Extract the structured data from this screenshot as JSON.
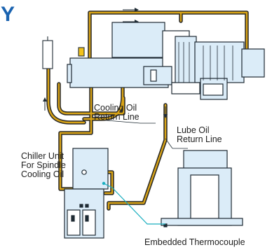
{
  "title_fragment": "Y",
  "labels": {
    "cooling_return": [
      "Cooling Oil",
      "Return Line"
    ],
    "lube_return": [
      "Lube Oil",
      "Return Line"
    ],
    "chiller": [
      "Chiller Unit",
      "For Spindle",
      "Cooling Oil"
    ],
    "thermocouple": "Embedded Thermocouple"
  },
  "colors": {
    "machine_fill": "#dbecf8",
    "outline": "#1e2a33",
    "oil_line": "#d8a316",
    "sensor_line": "#19aebf",
    "title": "#1a63b0"
  }
}
